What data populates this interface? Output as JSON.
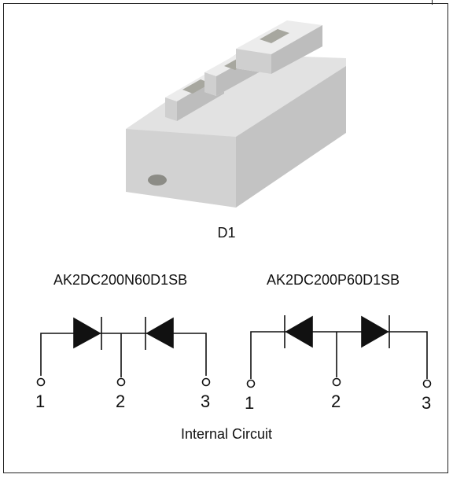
{
  "package_label": "D1",
  "left_circuit": {
    "part_number": "AK2DC200N60D1SB",
    "pins": [
      "1",
      "2",
      "3"
    ]
  },
  "right_circuit": {
    "part_number": "AK2DC200P60D1SB",
    "pins": [
      "1",
      "2",
      "3"
    ]
  },
  "caption": "Internal Circuit",
  "colors": {
    "line": "#111111",
    "module_body": "#d9d9d9",
    "terminal": "#9a9a92"
  }
}
